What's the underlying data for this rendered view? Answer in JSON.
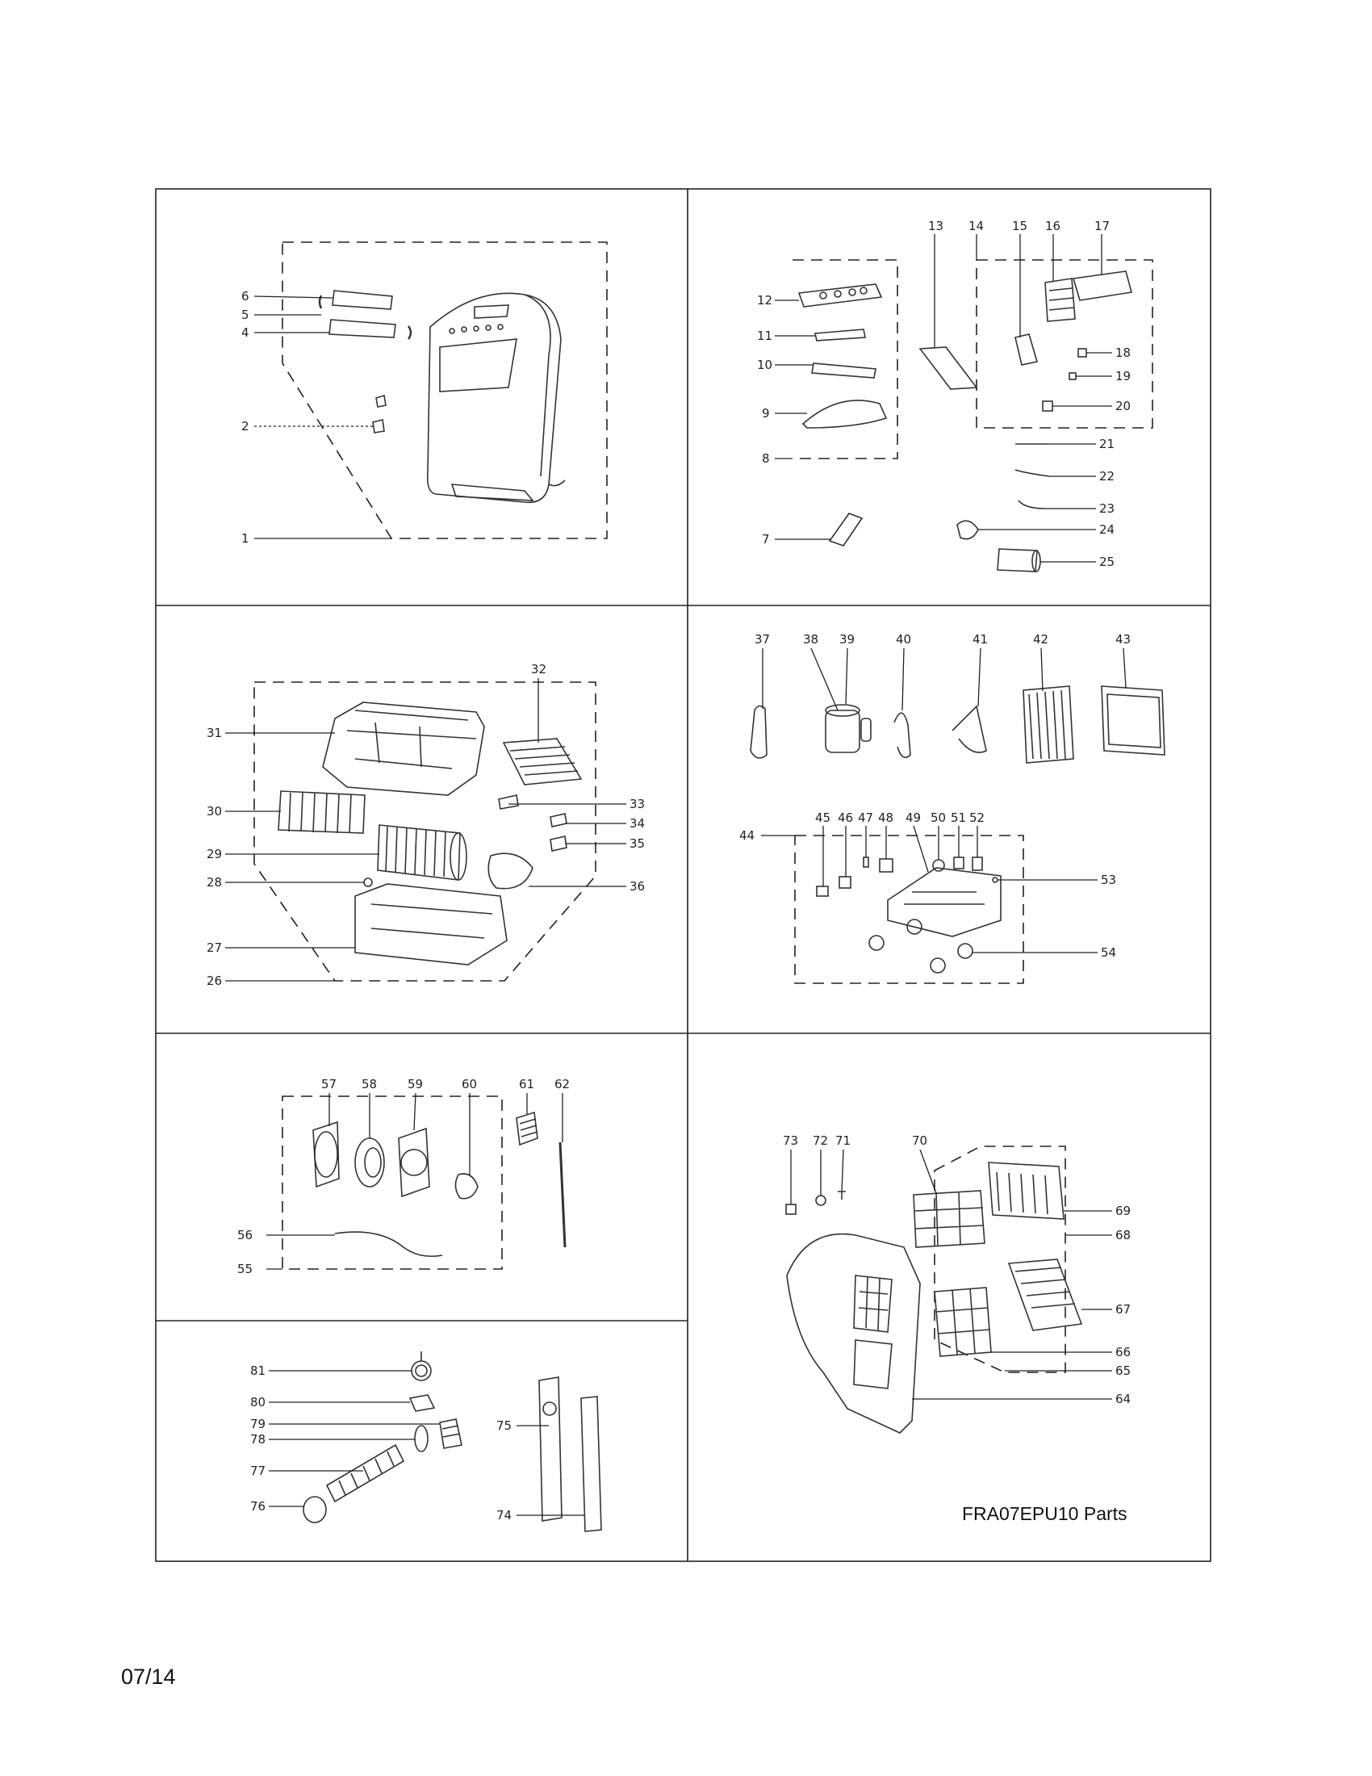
{
  "document": {
    "model_caption": "FRA07EPU10 Parts",
    "date_code": "07/14"
  },
  "part_numbers": {
    "p1": "1",
    "p2": "2",
    "p4": "4",
    "p5": "5",
    "p6": "6",
    "p7": "7",
    "p8": "8",
    "p9": "9",
    "p10": "10",
    "p11": "11",
    "p12": "12",
    "p13": "13",
    "p14": "14",
    "p15": "15",
    "p16": "16",
    "p17": "17",
    "p18": "18",
    "p19": "19",
    "p20": "20",
    "p21": "21",
    "p22": "22",
    "p23": "23",
    "p24": "24",
    "p25": "25",
    "p26": "26",
    "p27": "27",
    "p28": "28",
    "p29": "29",
    "p30": "30",
    "p31": "31",
    "p32": "32",
    "p33": "33",
    "p34": "34",
    "p35": "35",
    "p36": "36",
    "p37": "37",
    "p38": "38",
    "p39": "39",
    "p40": "40",
    "p41": "41",
    "p42": "42",
    "p43": "43",
    "p44": "44",
    "p45": "45",
    "p46": "46",
    "p47": "47",
    "p48": "48",
    "p49": "49",
    "p50": "50",
    "p51": "51",
    "p52": "52",
    "p53": "53",
    "p54": "54",
    "p55": "55",
    "p56": "56",
    "p57": "57",
    "p58": "58",
    "p59": "59",
    "p60": "60",
    "p61": "61",
    "p62": "62",
    "p64": "64",
    "p65": "65",
    "p66": "66",
    "p67": "67",
    "p68": "68",
    "p69": "69",
    "p70": "70",
    "p71": "71",
    "p72": "72",
    "p73": "73",
    "p74": "74",
    "p75": "75",
    "p76": "76",
    "p77": "77",
    "p78": "78",
    "p79": "79",
    "p80": "80",
    "p81": "81"
  }
}
